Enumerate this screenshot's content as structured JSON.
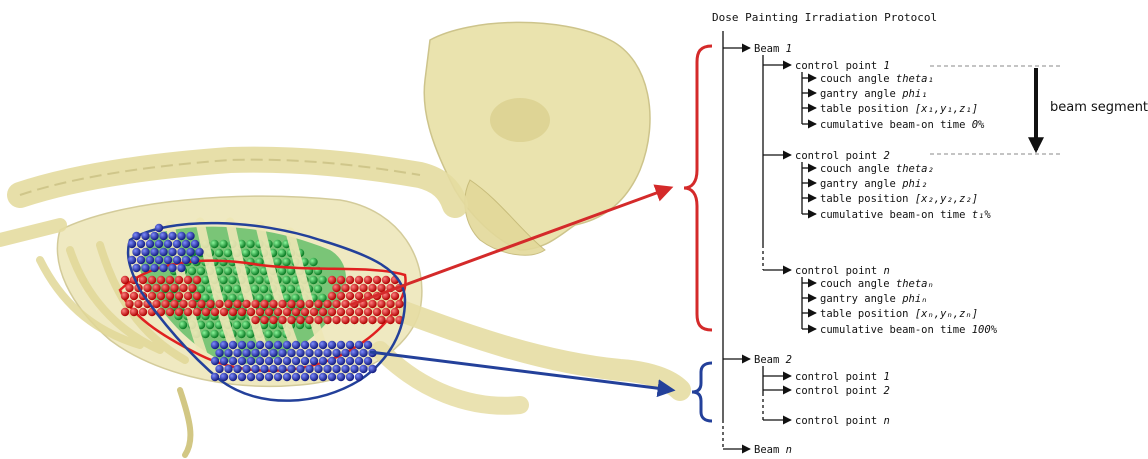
{
  "title": "Dose Painting Irradiation Protocol",
  "beam_segment_label": "beam segment",
  "beams": [
    {
      "label": "Beam",
      "index": "1",
      "control_points": [
        {
          "label": "control point",
          "index": "1",
          "params": [
            {
              "name": "couch angle",
              "value": "theta₁"
            },
            {
              "name": "gantry angle",
              "value": "phi₁"
            },
            {
              "name": "table position",
              "value": "[x₁,y₁,z₁]"
            },
            {
              "name": "cumulative beam-on time",
              "value": "0%"
            }
          ]
        },
        {
          "label": "control point",
          "index": "2",
          "params": [
            {
              "name": "couch angle",
              "value": "theta₂"
            },
            {
              "name": "gantry angle",
              "value": "phi₂"
            },
            {
              "name": "table position",
              "value": "[x₂,y₂,z₂]"
            },
            {
              "name": "cumulative beam-on time",
              "value": "t₁%"
            }
          ]
        },
        {
          "label": "control point",
          "index": "n",
          "params": [
            {
              "name": "couch angle",
              "value": "thetaₙ"
            },
            {
              "name": "gantry angle",
              "value": "phiₙ"
            },
            {
              "name": "table position",
              "value": "[xₙ,yₙ,zₙ]"
            },
            {
              "name": "cumulative beam-on time",
              "value": "100%"
            }
          ]
        }
      ]
    },
    {
      "label": "Beam",
      "index": "2",
      "control_points": [
        {
          "label": "control point",
          "index": "1"
        },
        {
          "label": "control point",
          "index": "2"
        },
        {
          "label": "control point",
          "index": "n"
        }
      ]
    },
    {
      "label": "Beam",
      "index": "n"
    }
  ],
  "colors": {
    "beam1_bracket": "#d42a2a",
    "beam2_bracket": "#23409a",
    "bone": "#e9e1a8",
    "bone_edge": "#c9bf82",
    "target_red": "#e02020",
    "target_blue": "#2535b0",
    "target_green": "#1aa83a"
  }
}
